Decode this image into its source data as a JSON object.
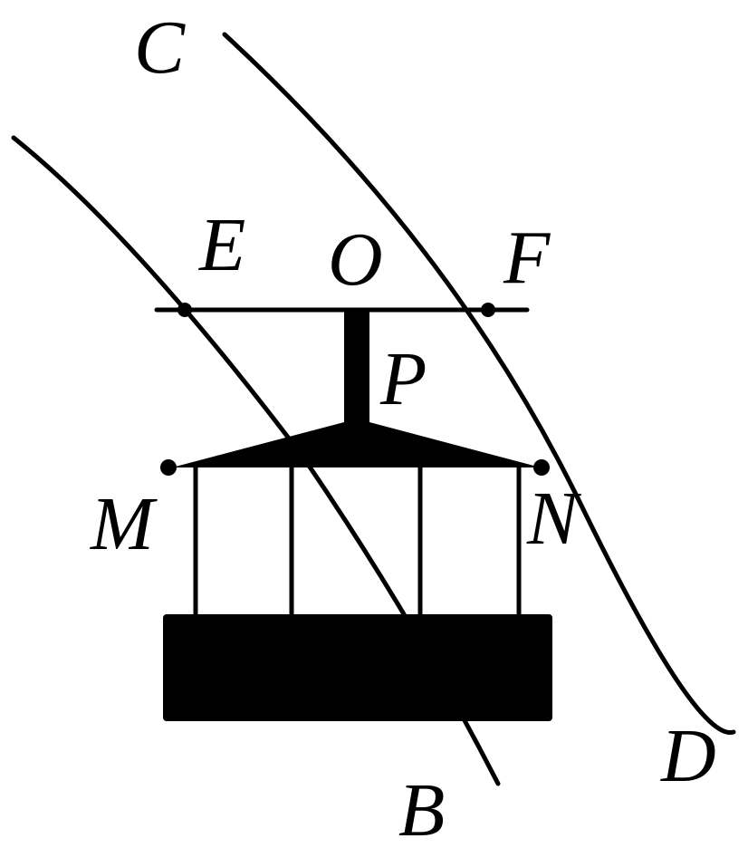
{
  "labels": {
    "C": "C",
    "D": "D",
    "E": "E",
    "O": "O",
    "F": "F",
    "P": "P",
    "M": "M",
    "N": "N",
    "B": "B"
  },
  "colors": {
    "ink": "#000000",
    "background": "#ffffff"
  }
}
